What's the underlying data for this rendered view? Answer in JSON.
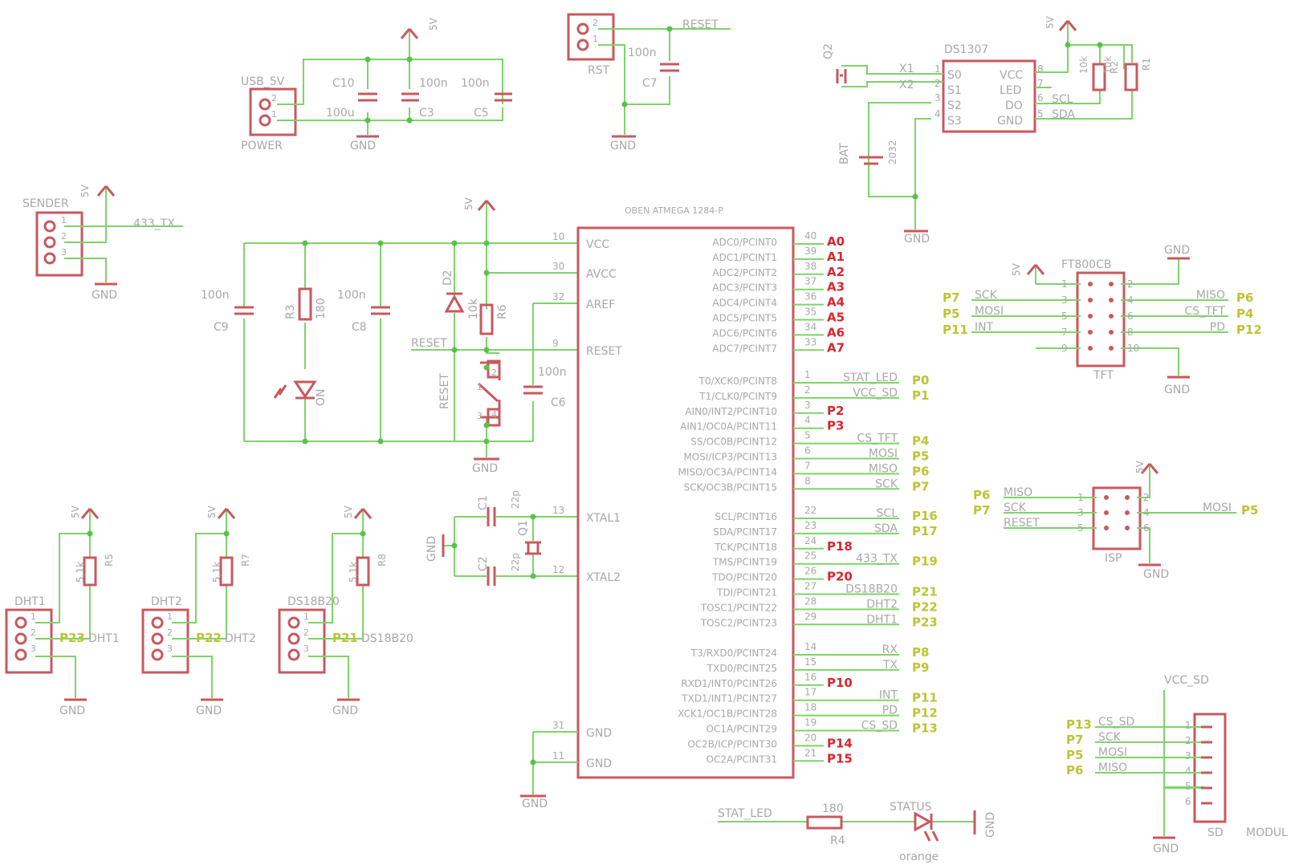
{
  "labels": {
    "usb_pwr": {
      "name": "USB_5V",
      "sub": "POWER",
      "gnd": "GND",
      "vcc": "5V"
    },
    "c10": {
      "name": "C10",
      "value": "100u"
    },
    "c3": {
      "name": "C3",
      "value": "100n"
    },
    "c5": {
      "name": "C5",
      "value": "100n"
    },
    "rst": {
      "name": "RST",
      "net": "RESET",
      "gnd": "GND"
    },
    "c7": {
      "name": "C7",
      "value": "100n"
    },
    "rtc": {
      "chip": "DS1307",
      "q": "Q2",
      "x1": "X1",
      "x2": "X2",
      "bat": "BAT",
      "batv": "2032",
      "scl": "SCL",
      "sda": "SDA",
      "r": "10k",
      "r1": "R1",
      "r2": "R2",
      "vcc": "5V",
      "gnd": "GND",
      "pl": [
        "S0",
        "S1",
        "S2",
        "S3"
      ],
      "pr": [
        "VCC",
        "LED",
        "DO",
        "GND"
      ],
      "pnl": [
        "1",
        "2",
        "3",
        "4"
      ],
      "pnr": [
        "8",
        "7",
        "6",
        "5"
      ]
    },
    "sender": {
      "name": "SENDER",
      "net": "433_TX",
      "vcc": "5V",
      "gnd": "GND"
    },
    "mcu": {
      "title": "OBEN ATMEGA 1284-P",
      "vcc": "5V",
      "left": [
        {
          "n": "10",
          "name": "VCC"
        },
        {
          "n": "30",
          "name": "AVCC"
        },
        {
          "n": "32",
          "name": "AREF"
        },
        {
          "n": "9",
          "name": "RESET"
        },
        {
          "n": "13",
          "name": "XTAL1"
        },
        {
          "n": "12",
          "name": "XTAL2"
        },
        {
          "n": "31",
          "name": "GND"
        },
        {
          "n": "11",
          "name": "GND"
        }
      ],
      "right": [
        {
          "n": "40",
          "name": "ADC0/PCINT0",
          "net": "",
          "tag": "A0"
        },
        {
          "n": "39",
          "name": "ADC1/PCINT1",
          "net": "",
          "tag": "A1"
        },
        {
          "n": "38",
          "name": "ADC2/PCINT2",
          "net": "",
          "tag": "A2"
        },
        {
          "n": "37",
          "name": "ADC3/PCINT3",
          "net": "",
          "tag": "A3"
        },
        {
          "n": "36",
          "name": "ADC4/PCINT4",
          "net": "",
          "tag": "A4"
        },
        {
          "n": "35",
          "name": "ADC5/PCINT5",
          "net": "",
          "tag": "A5"
        },
        {
          "n": "34",
          "name": "ADC6/PCINT6",
          "net": "",
          "tag": "A6"
        },
        {
          "n": "33",
          "name": "ADC7/PCINT7",
          "net": "",
          "tag": "A7"
        },
        {
          "n": "1",
          "name": "T0/XCK0/PCINT8",
          "net": "STAT_LED",
          "tag": "P0"
        },
        {
          "n": "2",
          "name": "T1/CLK0/PCINT9",
          "net": "VCC_SD",
          "tag": "P1"
        },
        {
          "n": "3",
          "name": "AIN0/INT2/PCINT10",
          "net": "",
          "tag": "P2"
        },
        {
          "n": "4",
          "name": "AIN1/OC0A/PCINT11",
          "net": "",
          "tag": "P3"
        },
        {
          "n": "5",
          "name": "SS/OC0B/PCINT12",
          "net": "CS_TFT",
          "tag": "P4"
        },
        {
          "n": "6",
          "name": "MOSI/ICP3/PCINT13",
          "net": "MOSI",
          "tag": "P5"
        },
        {
          "n": "7",
          "name": "MISO/OC3A/PCINT14",
          "net": "MISO",
          "tag": "P6"
        },
        {
          "n": "8",
          "name": "SCK/OC3B/PCINT15",
          "net": "SCK",
          "tag": "P7"
        },
        {
          "n": "22",
          "name": "SCL/PCINT16",
          "net": "SCL",
          "tag": "P16"
        },
        {
          "n": "23",
          "name": "SDA/PCINT17",
          "net": "SDA",
          "tag": "P17"
        },
        {
          "n": "24",
          "name": "TCK/PCINT18",
          "net": "",
          "tag": "P18"
        },
        {
          "n": "25",
          "name": "TMS/PCINT19",
          "net": "433_TX",
          "tag": "P19"
        },
        {
          "n": "26",
          "name": "TDO/PCINT20",
          "net": "",
          "tag": "P20"
        },
        {
          "n": "27",
          "name": "TDI/PCINT21",
          "net": "DS18B20",
          "tag": "P21"
        },
        {
          "n": "28",
          "name": "TOSC1/PCINT22",
          "net": "DHT2",
          "tag": "P22"
        },
        {
          "n": "29",
          "name": "TOSC2/PCINT23",
          "net": "DHT1",
          "tag": "P23"
        },
        {
          "n": "14",
          "name": "T3/RXD0/PCINT24",
          "net": "RX",
          "tag": "P8"
        },
        {
          "n": "15",
          "name": "TXD0/PCINT25",
          "net": "TX",
          "tag": "P9"
        },
        {
          "n": "16",
          "name": "RXD1/INT0/PCINT26",
          "net": "",
          "tag": "P10"
        },
        {
          "n": "17",
          "name": "TXD1/INT1/PCINT27",
          "net": "INT",
          "tag": "P11"
        },
        {
          "n": "18",
          "name": "XCK1/OC1B/PCINT28",
          "net": "PD",
          "tag": "P12"
        },
        {
          "n": "19",
          "name": "OC1A/PCINT29",
          "net": "CS_SD",
          "tag": "P13"
        },
        {
          "n": "20",
          "name": "OC2B/ICP/PCINT30",
          "net": "",
          "tag": "P14"
        },
        {
          "n": "21",
          "name": "OC2A/PCINT31",
          "net": "",
          "tag": "P15"
        }
      ]
    },
    "pwr": {
      "c9": "C9",
      "c9v": "100n",
      "r3": "R3",
      "r3v": "180",
      "led": "ON",
      "c8": "C8",
      "c8v": "100n",
      "d2": "D2",
      "r6": "R6",
      "r6v": "10k",
      "reset": "RESET",
      "sw": "RESET",
      "c6": "C6",
      "c6v": "100n",
      "gnd": "GND",
      "p1": "1",
      "p2": "2",
      "p3": "3",
      "p4": "4"
    },
    "xtal": {
      "c1": "C1",
      "c1v": "22p",
      "c2": "C2",
      "c2v": "22p",
      "q": "Q1",
      "gnd": "GND"
    },
    "sensors": [
      {
        "name": "DHT1",
        "r": "R5",
        "rv": "5,1k",
        "tag": "P23",
        "net": "DHT1",
        "vcc": "5V",
        "gnd": "GND"
      },
      {
        "name": "DHT2",
        "r": "R7",
        "rv": "5,1k",
        "tag": "P22",
        "net": "DHT2",
        "vcc": "5V",
        "gnd": "GND"
      },
      {
        "name": "DS18B20",
        "r": "R8",
        "rv": "5,1k",
        "tag": "P21",
        "net": "DS18B20",
        "vcc": "5V",
        "gnd": "GND"
      }
    ],
    "tft": {
      "name": "FT800CB",
      "sub": "TFT",
      "vcc": "5V",
      "gnd": "GND",
      "lp": [
        {
          "n": "1",
          "net": "",
          "tag": ""
        },
        {
          "n": "3",
          "net": "SCK",
          "tag": "P7"
        },
        {
          "n": "5",
          "net": "MOSI",
          "tag": "P5"
        },
        {
          "n": "7",
          "net": "INT",
          "tag": "P11"
        },
        {
          "n": "9",
          "net": "",
          "tag": ""
        }
      ],
      "rp": [
        {
          "n": "2",
          "net": "",
          "tag": ""
        },
        {
          "n": "4",
          "net": "MISO",
          "tag": "P6"
        },
        {
          "n": "6",
          "net": "CS_TFT",
          "tag": "P4"
        },
        {
          "n": "8",
          "net": "PD",
          "tag": "P12"
        },
        {
          "n": "10",
          "net": "",
          "tag": ""
        }
      ]
    },
    "isp": {
      "name": "ISP",
      "vcc": "5V",
      "gnd": "GND",
      "lp": [
        {
          "n": "1",
          "net": "MISO",
          "tag": "P6"
        },
        {
          "n": "3",
          "net": "SCK",
          "tag": "P7"
        },
        {
          "n": "5",
          "net": "RESET",
          "tag": ""
        }
      ],
      "rp": [
        {
          "n": "2",
          "net": "",
          "tag": ""
        },
        {
          "n": "4",
          "net": "MOSI",
          "tag": "P5"
        },
        {
          "n": "6",
          "net": "",
          "tag": ""
        }
      ]
    },
    "sd": {
      "vcc": "VCC_SD",
      "name": "SD",
      "sub": "MODUL",
      "gnd": "GND",
      "pins": [
        {
          "n": "1",
          "net": "CS_SD",
          "tag": "P13"
        },
        {
          "n": "2",
          "net": "SCK",
          "tag": "P7"
        },
        {
          "n": "3",
          "net": "MOSI",
          "tag": "P5"
        },
        {
          "n": "4",
          "net": "MISO",
          "tag": "P6"
        },
        {
          "n": "5",
          "net": "",
          "tag": ""
        },
        {
          "n": "6",
          "net": "",
          "tag": ""
        }
      ]
    },
    "status": {
      "net": "STAT_LED",
      "r": "R4",
      "rv": "180",
      "led": "STATUS",
      "color": "orange",
      "gnd": "GND"
    }
  }
}
